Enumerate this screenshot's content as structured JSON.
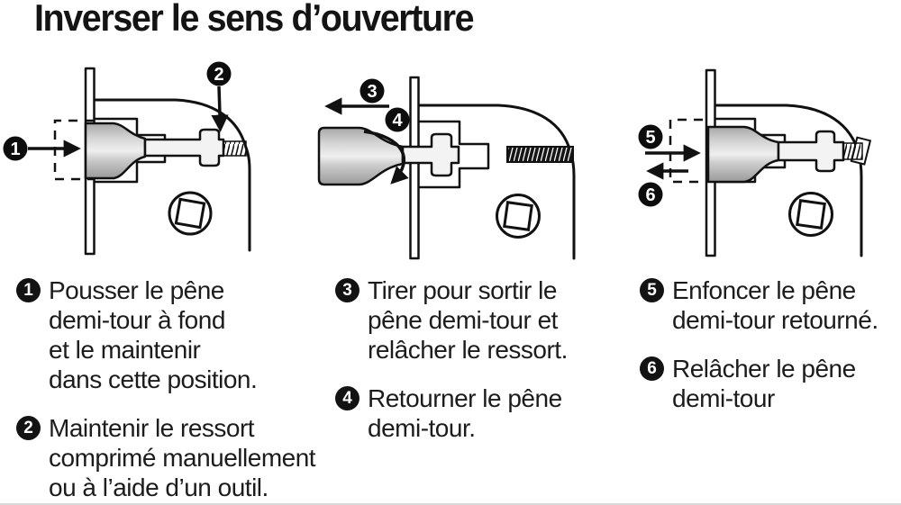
{
  "title": "Inverser le sens d’ouverture",
  "steps": [
    {
      "num": "1",
      "lines": [
        "Pousser le pêne",
        "demi-tour à fond",
        "et le maintenir",
        "dans cette position."
      ]
    },
    {
      "num": "2",
      "lines": [
        "Maintenir le ressort",
        "comprimé manuellement",
        "ou à l’aide d’un outil."
      ]
    },
    {
      "num": "3",
      "lines": [
        "Tirer pour sortir le",
        "pêne demi-tour et",
        "relâcher le ressort."
      ]
    },
    {
      "num": "4",
      "lines": [
        "Retourner le pêne",
        "demi-tour."
      ]
    },
    {
      "num": "5",
      "lines": [
        "Enfoncer le pêne",
        "demi-tour retourné."
      ]
    },
    {
      "num": "6",
      "lines": [
        "Relâcher le pêne",
        "demi-tour"
      ]
    }
  ],
  "colors": {
    "ink": "#111111",
    "text": "#1c1c1c",
    "badge": "#131313",
    "badge_text": "#ffffff"
  }
}
